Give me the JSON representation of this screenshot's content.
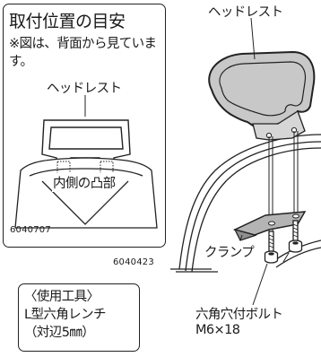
{
  "inset": {
    "title": "取付位置の目安",
    "note": "※図は、背面から見ています。",
    "headrest_label": "ヘッドレスト",
    "inner_label": "内側の凸部",
    "code": "6040707"
  },
  "main": {
    "headrest_label": "ヘッドレスト",
    "clamp_label": "クランプ",
    "code": "6040423",
    "bolt_label_line1": "六角穴付ボルト",
    "bolt_label_line2": "M6×18"
  },
  "tools": {
    "line1": "〈使用工具〉",
    "line2": "L型六角レンチ",
    "line3": "（対辺5㎜）"
  },
  "colors": {
    "headrest_fill": "#c8c8c8",
    "clamp_fill": "#b4b4b4",
    "line": "#222222"
  }
}
